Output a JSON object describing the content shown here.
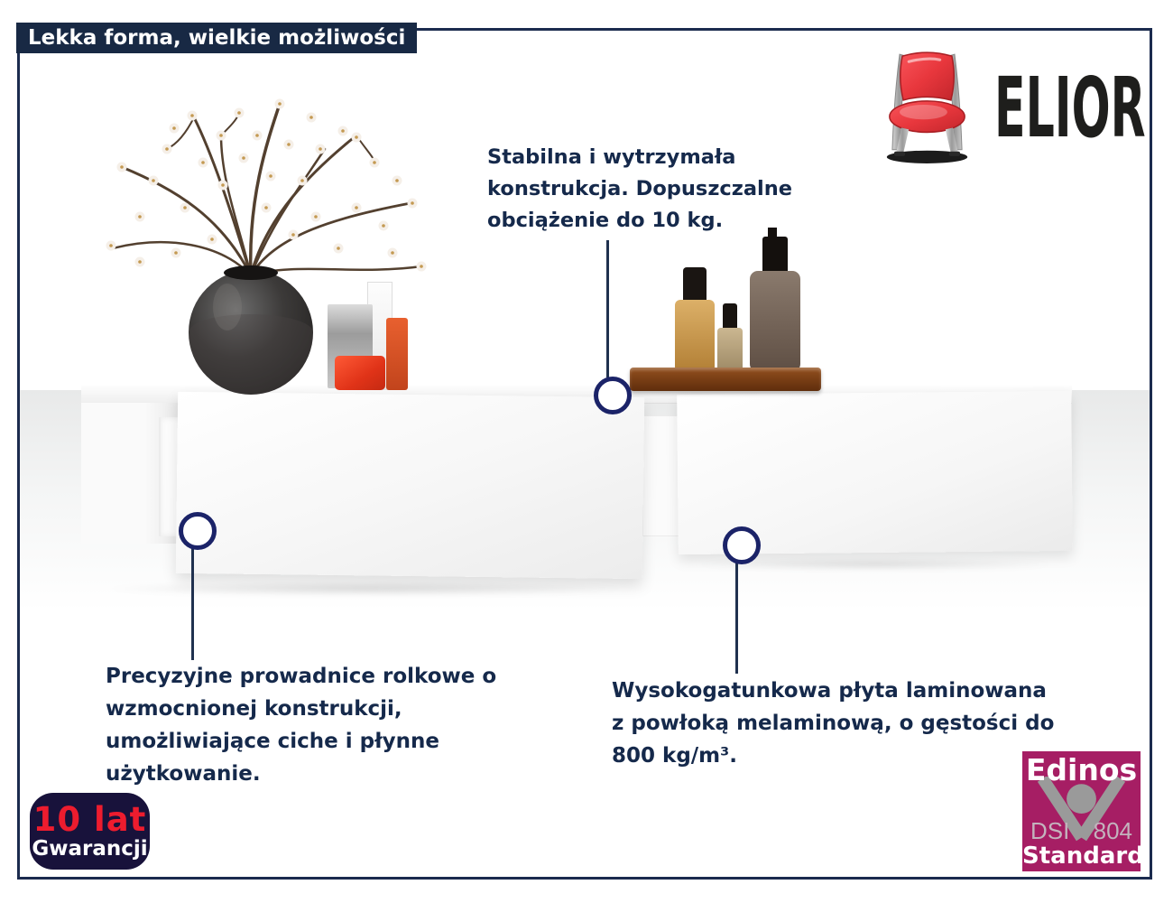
{
  "banner": {
    "title": "Lekka forma, wielkie możliwości"
  },
  "brand": {
    "name": "ELIOR",
    "icon": "red-chair-icon"
  },
  "callouts": {
    "construction": {
      "lines": [
        "Stabilna i wytrzymała",
        "konstrukcja. Dopuszczalne",
        "obciążenie do 10 kg."
      ]
    },
    "slides": {
      "lines": [
        "Precyzyjne prowadnice rolkowe o",
        "wzmocnionej konstrukcji,",
        "umożliwiające ciche i płynne",
        "użytkowanie."
      ]
    },
    "board": {
      "lines": [
        "Wysokogatunkowa płyta laminowana",
        "z powłoką melaminową, o gęstości do",
        "800 kg/m³."
      ]
    }
  },
  "warranty": {
    "value": "10 lat",
    "label": "Gwarancji"
  },
  "certification": {
    "name": "Edinos",
    "code_left": "DSI",
    "code_right": "804",
    "suffix": "Standards"
  },
  "colors": {
    "frame_navy": "#1b2b4e",
    "banner_navy": "#182944",
    "text_navy": "#15294b",
    "circle_navy": "#1b2368",
    "badge_navy": "#18123b",
    "accent_red": "#ed1c2e",
    "chair_red": "#e8373d",
    "cert_magenta": "#a61e64"
  }
}
